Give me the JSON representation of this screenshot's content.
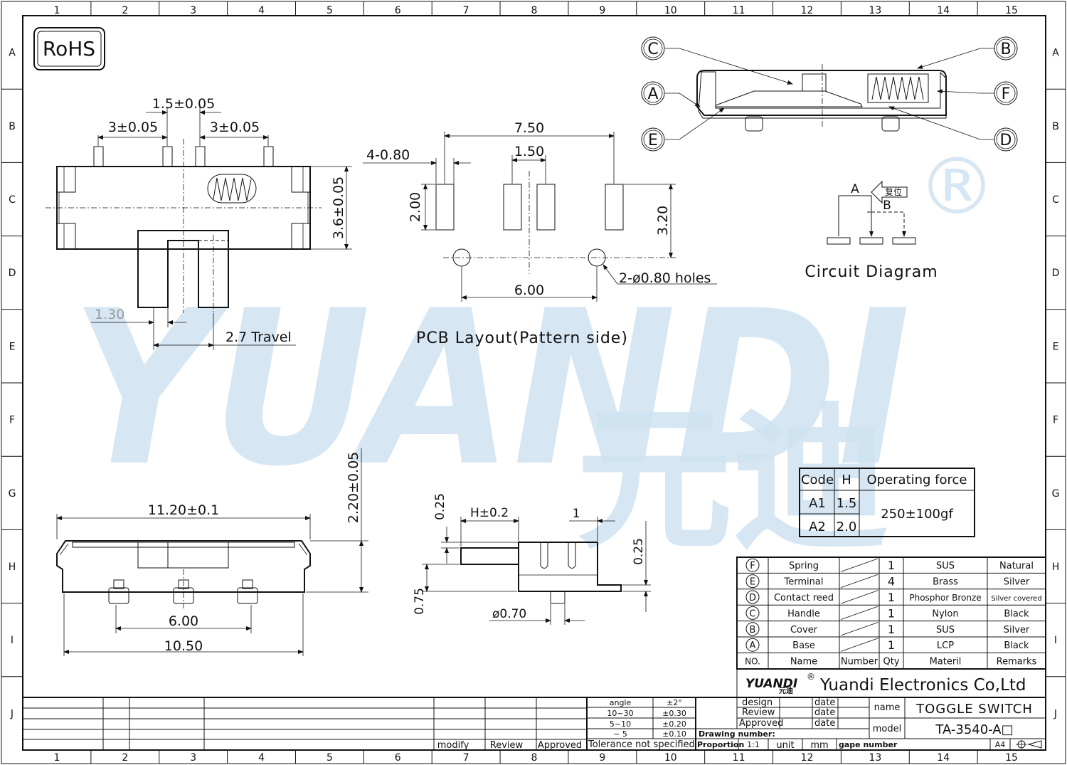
{
  "grid": {
    "cols": [
      "1",
      "2",
      "3",
      "4",
      "5",
      "6",
      "7",
      "8",
      "9",
      "10",
      "11",
      "12",
      "13",
      "14",
      "15"
    ],
    "rows": [
      "A",
      "B",
      "C",
      "D",
      "E",
      "F",
      "G",
      "H",
      "I",
      "J"
    ]
  },
  "rohs": "RoHS",
  "watermark": {
    "latin": "YUANDI",
    "cn": "元迪",
    "reg": "®"
  },
  "top_view": {
    "d_pitch_mid": "1.5±0.05",
    "d_pitch_left": "3±0.05",
    "d_pitch_right": "3±0.05",
    "d_height": "3.6±0.05",
    "d_knob": "1.30",
    "d_travel": "2.7 Travel"
  },
  "pcb": {
    "d_total": "7.50",
    "d_pads": "4-0.80",
    "d_mid": "1.50",
    "d_pad_h": "2.00",
    "d_hole_y": "3.20",
    "d_hole_pitch": "6.00",
    "d_holes": "2-ø0.80 holes",
    "title": "PCB Layout(Pattern side)"
  },
  "section_labels": [
    "C",
    "B",
    "A",
    "F",
    "E",
    "D"
  ],
  "circuit": {
    "title": "Circuit Diagram",
    "label_a": "A",
    "label_b": "B",
    "reset": "复位"
  },
  "force_table": {
    "headers": [
      "Code",
      "H",
      "Operating force"
    ],
    "rows": [
      [
        "A1",
        "1.5"
      ],
      [
        "A2",
        "2.0"
      ]
    ],
    "force": "250±100gf"
  },
  "side_view": {
    "d_length": "11.20±0.1",
    "d_height": "2.20±0.05",
    "d_pitch": "6.00",
    "d_span": "10.50"
  },
  "detail": {
    "d_top": "0.25",
    "d_h": "H±0.2",
    "d_one": "1",
    "d_right": "0.25",
    "d_left": "0.75",
    "d_pin": "ø0.70"
  },
  "bom": {
    "rows": [
      {
        "no": "F",
        "name": "Spring",
        "qty": "1",
        "mat": "SUS",
        "rem": "Natural"
      },
      {
        "no": "E",
        "name": "Terminal",
        "qty": "4",
        "mat": "Brass",
        "rem": "Silver"
      },
      {
        "no": "D",
        "name": "Contact reed",
        "qty": "1",
        "mat": "Phosphor Bronze",
        "rem": "Silver covered"
      },
      {
        "no": "C",
        "name": "Handle",
        "qty": "1",
        "mat": "Nylon",
        "rem": "Black"
      },
      {
        "no": "B",
        "name": "Cover",
        "qty": "1",
        "mat": "SUS",
        "rem": "Silver"
      },
      {
        "no": "A",
        "name": "Base",
        "qty": "1",
        "mat": "LCP",
        "rem": "Black"
      }
    ],
    "header": {
      "no": "NO.",
      "name": "Name",
      "number": "Number",
      "qty": "Qty",
      "mat": "Materil",
      "rem": "Remarks"
    }
  },
  "title_block": {
    "company": "Yuandi Electronics Co,Ltd",
    "logo_text": "YUANDI",
    "logo_cn": "元迪",
    "name_label": "name",
    "name_value": "TOGGLE SWITCH",
    "model_label": "model",
    "model_value": "TA-3540-A□",
    "design": "design",
    "review": "Review",
    "approved": "Approved",
    "date": "date",
    "drawing_number": "Drawing number:",
    "proportion": "Proportion",
    "scale": "1:1",
    "unit": "unit",
    "mm": "mm",
    "page_number": "gape number",
    "size": "A4",
    "tol": {
      "rows": [
        [
          "angle",
          "±2°"
        ],
        [
          "10~30",
          "±0.30"
        ],
        [
          "5~10",
          "±0.20"
        ],
        [
          "~ 5",
          "±0.10"
        ]
      ],
      "footer": "Tolerance not specified"
    },
    "rev": {
      "modify": "modify",
      "review": "Review",
      "approved": "Approved"
    }
  }
}
